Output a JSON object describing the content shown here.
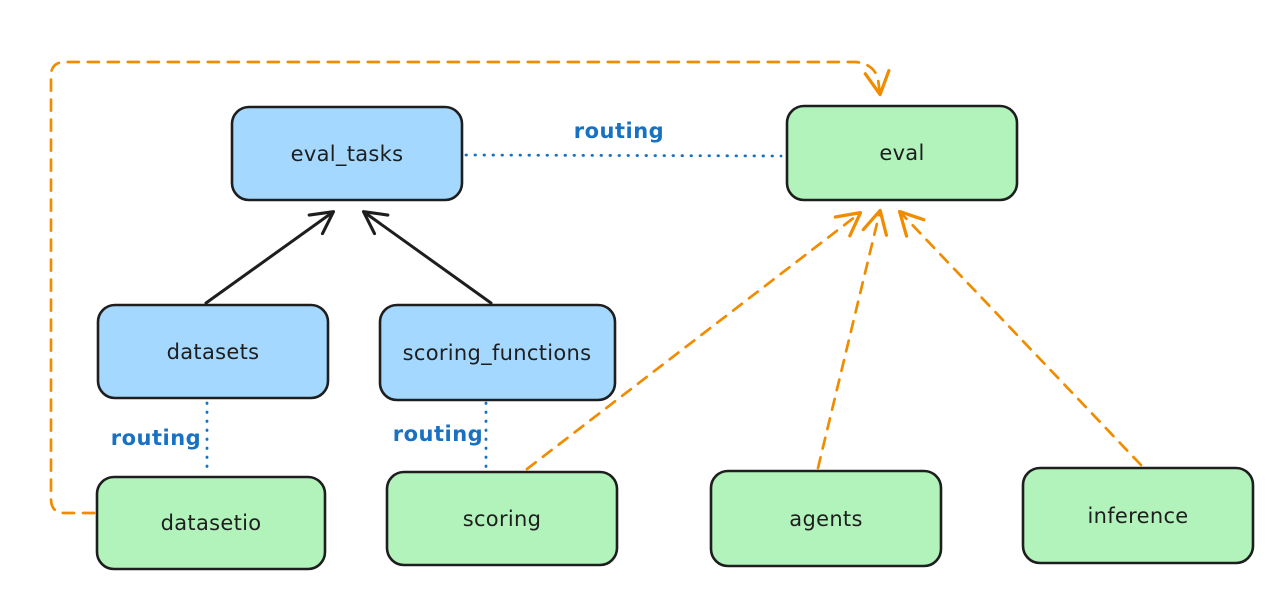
{
  "diagram": {
    "kind": "architecture-diagram",
    "nodes": {
      "eval_tasks": {
        "label": "eval_tasks",
        "kind": "registry"
      },
      "eval": {
        "label": "eval",
        "kind": "api"
      },
      "datasets": {
        "label": "datasets",
        "kind": "registry"
      },
      "scoring_functions": {
        "label": "scoring_functions",
        "kind": "registry"
      },
      "datasetio": {
        "label": "datasetio",
        "kind": "api"
      },
      "scoring": {
        "label": "scoring",
        "kind": "api"
      },
      "agents": {
        "label": "agents",
        "kind": "api"
      },
      "inference": {
        "label": "inference",
        "kind": "api"
      }
    },
    "edge_label": {
      "routing": "routing"
    },
    "edges": [
      {
        "from": "datasets",
        "to": "eval_tasks",
        "style": "solid",
        "arrow": true,
        "color": "black"
      },
      {
        "from": "scoring_functions",
        "to": "eval_tasks",
        "style": "solid",
        "arrow": true,
        "color": "black"
      },
      {
        "from": "eval_tasks",
        "to": "eval",
        "style": "dotted",
        "arrow": false,
        "color": "blue",
        "label": "routing"
      },
      {
        "from": "datasets",
        "to": "datasetio",
        "style": "dotted",
        "arrow": false,
        "color": "blue",
        "label": "routing"
      },
      {
        "from": "scoring_functions",
        "to": "scoring",
        "style": "dotted",
        "arrow": false,
        "color": "blue",
        "label": "routing"
      },
      {
        "from": "datasetio",
        "to": "eval",
        "style": "dashed",
        "arrow": true,
        "color": "orange"
      },
      {
        "from": "scoring",
        "to": "eval",
        "style": "dashed",
        "arrow": true,
        "color": "orange"
      },
      {
        "from": "agents",
        "to": "eval",
        "style": "dashed",
        "arrow": true,
        "color": "orange"
      },
      {
        "from": "inference",
        "to": "eval",
        "style": "dashed",
        "arrow": true,
        "color": "orange"
      }
    ],
    "colors": {
      "registry_fill": "#a5d8ff",
      "api_fill": "#b2f2bb",
      "node_stroke": "#1e1e1e",
      "routing_blue": "#1971c2",
      "dependency_orange": "#f08c00",
      "background": "#ffffff"
    }
  }
}
